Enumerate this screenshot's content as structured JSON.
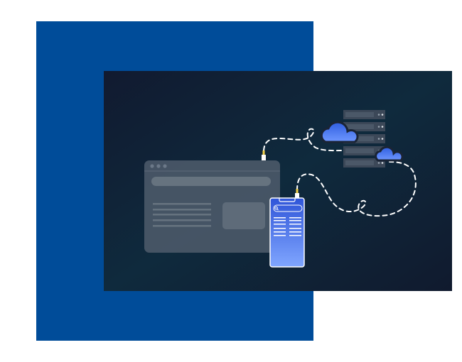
{
  "colors": {
    "background": "#ffffff",
    "brand_block": "#004c99",
    "panel_dark": "#0f2035",
    "browser_window": "#4a5868",
    "phone_top": "#3a63e0",
    "phone_bottom": "#7aa0ff",
    "cloud": "#4a78f0",
    "server": "#3c4858",
    "dash_line": "#ffffff",
    "connector": "#f2d24a"
  },
  "illustration": {
    "browser_dots": 3,
    "browser_text_lines": 5,
    "server_units": 5,
    "phone_list_rows": 6,
    "clouds": 2
  }
}
